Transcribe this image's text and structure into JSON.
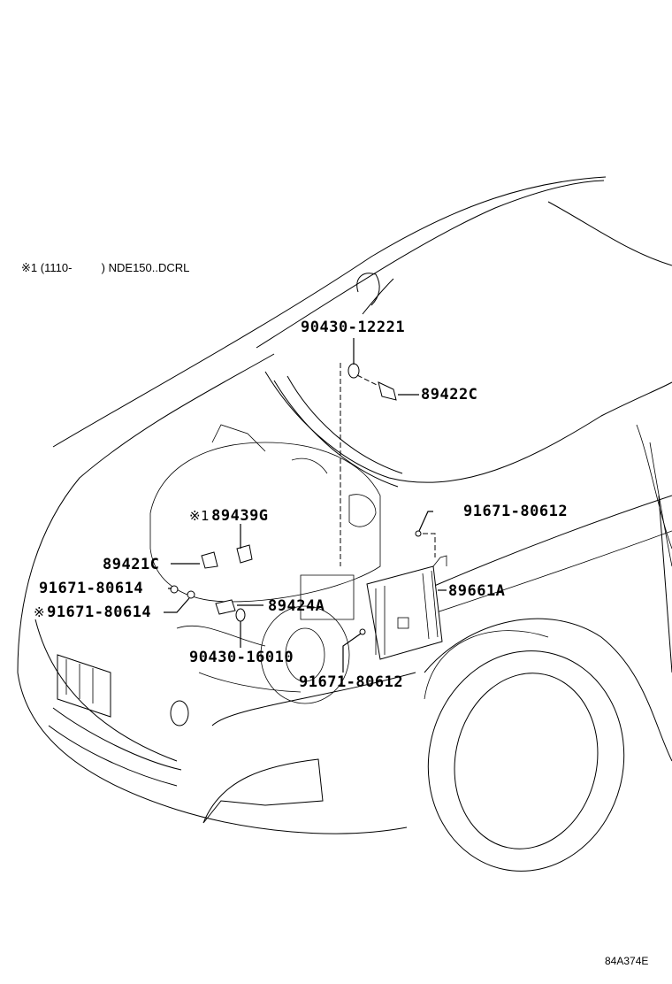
{
  "diagram": {
    "type": "exploded-parts-illustration",
    "subject": "Engine compartment sensors and engine control computer (front of vehicle, hood open)",
    "note": {
      "marker": "※1",
      "range_open": "(1110-",
      "range_close": ")",
      "models": "NDE150..DCRL"
    },
    "illustration_id": "84A374E",
    "callouts": [
      {
        "id": "c1",
        "part_no": "90430-12221",
        "marker": ""
      },
      {
        "id": "c2",
        "part_no": "89422C",
        "marker": ""
      },
      {
        "id": "c3",
        "part_no": "89439G",
        "marker": "※1"
      },
      {
        "id": "c4",
        "part_no": "91671-80612",
        "marker": ""
      },
      {
        "id": "c5",
        "part_no": "89421C",
        "marker": ""
      },
      {
        "id": "c6",
        "part_no": "91671-80614",
        "marker": ""
      },
      {
        "id": "c7",
        "part_no": "89661A",
        "marker": ""
      },
      {
        "id": "c8",
        "part_no": "91671-80614",
        "marker": "※"
      },
      {
        "id": "c9",
        "part_no": "89424A",
        "marker": ""
      },
      {
        "id": "c10",
        "part_no": "90430-16010",
        "marker": ""
      },
      {
        "id": "c11",
        "part_no": "91671-80612",
        "marker": ""
      }
    ]
  }
}
